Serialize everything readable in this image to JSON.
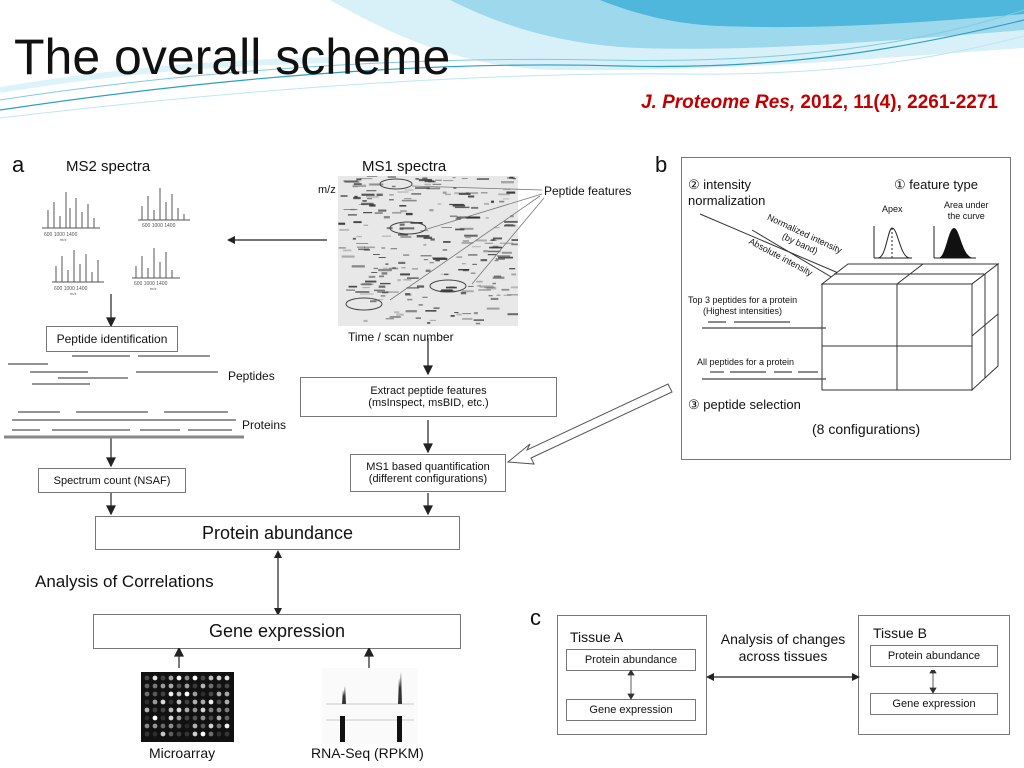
{
  "slide": {
    "title": "The overall scheme",
    "citation_journal": "J. Proteome Res,",
    "citation_rest": " 2012, 11(4), 2261-2271"
  },
  "panel_a": {
    "label": "a",
    "ms2_title": "MS2 spectra",
    "ms1_title": "MS1 spectra",
    "mz_label": "m/z",
    "time_label": "Time / scan number",
    "peptide_features_label": "Peptide features",
    "spectrum_ticks": "600 1000 1400",
    "spectrum_unit": "m/z",
    "peptide_identification": "Peptide identification",
    "peptides_label": "Peptides",
    "proteins_label": "Proteins",
    "extract_line1": "Extract peptide features",
    "extract_line2": "(msInspect, msBID, etc.)",
    "ms1_quant_line1": "MS1 based quantification",
    "ms1_quant_line2": "(different configurations)",
    "spectrum_count": "Spectrum count (NSAF)",
    "protein_abundance": "Protein abundance",
    "analysis_of_correlations": "Analysis of Correlations",
    "gene_expression": "Gene expression",
    "microarray": "Microarray",
    "rnaseq": "RNA-Seq (RPKM)"
  },
  "panel_b": {
    "label": "b",
    "intensity_norm_line1": "② intensity",
    "intensity_norm_line2": "normalization",
    "feature_type": "① feature type",
    "apex": "Apex",
    "auc_line1": "Area under",
    "auc_line2": "the curve",
    "normalized_line1": "Normalized intensity",
    "normalized_line2": "(by band)",
    "absolute": "Absolute intensity",
    "top3_line1": "Top 3 peptides for a protein",
    "top3_line2": "(Highest intensities)",
    "all_peptides": "All peptides for a protein",
    "peptide_selection": "③ peptide selection",
    "configurations": "(8 configurations)"
  },
  "panel_c": {
    "label": "c",
    "tissue_a": "Tissue A",
    "tissue_b": "Tissue B",
    "protein_abundance": "Protein abundance",
    "gene_expression": "Gene expression",
    "analysis_line1": "Analysis of changes",
    "analysis_line2": "across tissues"
  },
  "colors": {
    "title": "#111111",
    "citation": "#c00000",
    "wave_light": "#bfe6f3",
    "wave_mid": "#6cc3e0",
    "wave_dark": "#2a9fc9"
  }
}
